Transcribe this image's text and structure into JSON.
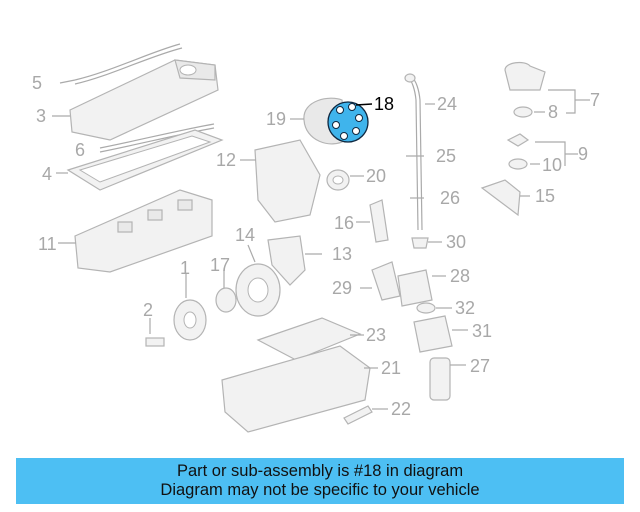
{
  "callouts": {
    "c1": "1",
    "c2": "2",
    "c3": "3",
    "c4": "4",
    "c5": "5",
    "c6": "6",
    "c7": "7",
    "c8": "8",
    "c9": "9",
    "c10": "10",
    "c11": "11",
    "c12": "12",
    "c13": "13",
    "c14": "14",
    "c15": "15",
    "c16": "16",
    "c17": "17",
    "c18": "18",
    "c19": "19",
    "c20": "20",
    "c21": "21",
    "c22": "22",
    "c23": "23",
    "c24": "24",
    "c25": "25",
    "c26": "26",
    "c27": "27",
    "c28": "28",
    "c29": "29",
    "c30": "30",
    "c31": "31",
    "c32": "32"
  },
  "highlight": {
    "part_number": "18",
    "color": "#3fb4ec"
  },
  "banner": {
    "line1": "Part or sub-assembly is #18 in diagram",
    "line2": "Diagram may not be specific to your vehicle",
    "color": "#4dbff3"
  }
}
